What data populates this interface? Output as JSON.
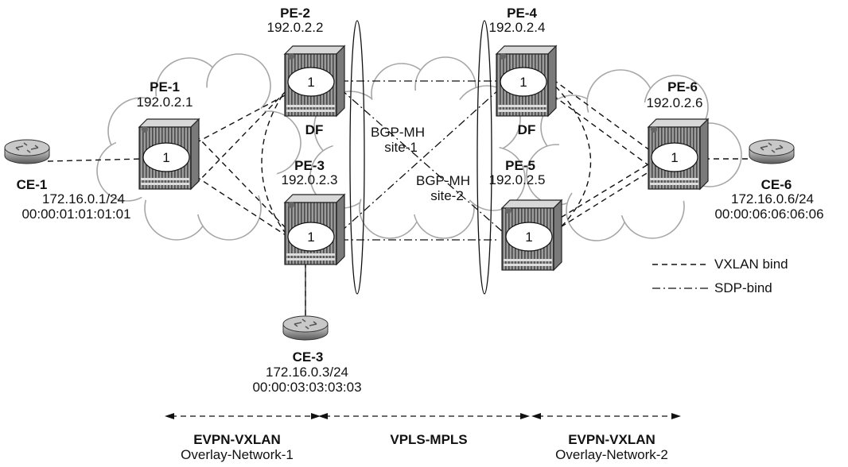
{
  "nodes": {
    "pe1": {
      "name": "PE-1",
      "ip": "192.0.2.1",
      "service": "1"
    },
    "pe2": {
      "name": "PE-2",
      "ip": "192.0.2.2",
      "service": "1",
      "role": "DF"
    },
    "pe3": {
      "name": "PE-3",
      "ip": "192.0.2.3",
      "service": "1"
    },
    "pe4": {
      "name": "PE-4",
      "ip": "192.0.2.4",
      "service": "1",
      "role": "DF"
    },
    "pe5": {
      "name": "PE-5",
      "ip": "192.0.2.5",
      "service": "1"
    },
    "pe6": {
      "name": "PE-6",
      "ip": "192.0.2.6",
      "service": "1"
    },
    "ce1": {
      "name": "CE-1",
      "ip": "172.16.0.1/24",
      "mac": "00:00:01:01:01:01"
    },
    "ce3": {
      "name": "CE-3",
      "ip": "172.16.0.3/24",
      "mac": "00:00:03:03:03:03"
    },
    "ce6": {
      "name": "CE-6",
      "ip": "172.16.0.6/24",
      "mac": "00:00:06:06:06:06"
    }
  },
  "sites": {
    "site1": {
      "line1": "BGP-MH",
      "line2": "site-1"
    },
    "site2": {
      "line1": "BGP-MH",
      "line2": "site-2"
    }
  },
  "legend": {
    "vxlan": "VXLAN bind",
    "sdp": "SDP-bind"
  },
  "domains": {
    "left": {
      "title": "EVPN-VXLAN",
      "subtitle": "Overlay-Network-1"
    },
    "middle": {
      "title": "VPLS-MPLS"
    },
    "right": {
      "title": "EVPN-VXLAN",
      "subtitle": "Overlay-Network-2"
    }
  }
}
